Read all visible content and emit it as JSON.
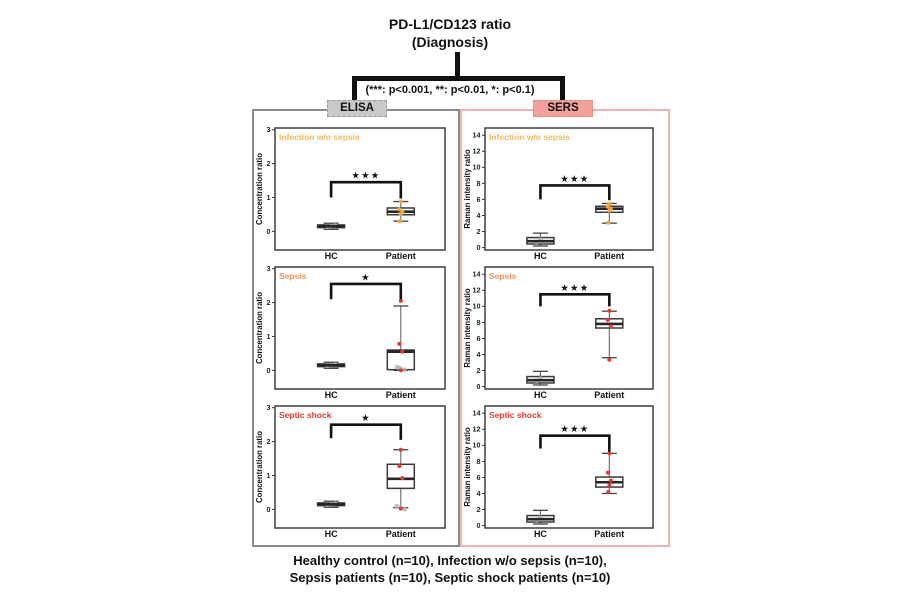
{
  "title": {
    "line1": "PD-L1/CD123 ratio",
    "line2": "(Diagnosis)"
  },
  "significance_legend": "(***: p<0.001, **: p<0.01, *: p<0.1)",
  "panels": {
    "elisa": {
      "label": "ELISA",
      "tab_color": "#c9c9c9",
      "border_color": "#8c8c8c"
    },
    "sers": {
      "label": "SERS",
      "tab_color": "#f2a29b",
      "border_color": "#f0b2ac"
    }
  },
  "caption": {
    "line1": "Healthy control (n=10), Infection w/o sepsis (n=10),",
    "line2": "Sepsis patients (n=10), Septic shock patients (n=10)"
  },
  "colors": {
    "infection_label": "#f3b85c",
    "sepsis_label": "#f0945c",
    "septic_shock_label": "#e83a2c",
    "orange_points": "#f5a63c",
    "red_points": "#e8392b",
    "gray_points": "#a8a8a8",
    "box_stroke": "#3a3a3a",
    "sig_bracket": "#111111"
  },
  "chart_data": [
    {
      "id": "elisa-infection",
      "type": "boxplot",
      "panel": "ELISA",
      "condition": "Infection w/o sepsis",
      "condition_color": "#f3b85c",
      "ylabel": "Concentration ratio",
      "ylim": [
        -0.55,
        3.05
      ],
      "yticks": [
        0,
        1,
        2,
        3
      ],
      "plot_left": 20,
      "significance": {
        "stars": "***",
        "bar_y": 1.45,
        "left_drop_y": 1.0,
        "right_drop_y": 0.97
      },
      "groups": [
        {
          "name": "HC",
          "median": 0.15,
          "q1": 0.11,
          "q3": 0.19,
          "whisker_low": 0.06,
          "whisker_high": 0.24,
          "points": [],
          "point_color": "#f5a63c",
          "shadow_points": [
            0.13,
            0.15,
            0.17
          ]
        },
        {
          "name": "Patient",
          "median": 0.58,
          "q1": 0.49,
          "q3": 0.69,
          "whisker_low": 0.3,
          "whisker_high": 0.88,
          "points": [
            0.88,
            0.65,
            0.58,
            0.52,
            0.3
          ],
          "point_color": "#f5a63c",
          "shadow_points": []
        }
      ]
    },
    {
      "id": "elisa-sepsis",
      "type": "boxplot",
      "panel": "ELISA",
      "condition": "Sepsis",
      "condition_color": "#f0945c",
      "ylabel": "Concentration ratio",
      "ylim": [
        -0.55,
        3.05
      ],
      "yticks": [
        0,
        1,
        2,
        3
      ],
      "plot_left": 20,
      "significance": {
        "stars": "*",
        "bar_y": 2.55,
        "left_drop_y": 2.1,
        "right_drop_y": 2.1
      },
      "groups": [
        {
          "name": "HC",
          "median": 0.15,
          "q1": 0.11,
          "q3": 0.19,
          "whisker_low": 0.06,
          "whisker_high": 0.24,
          "points": [],
          "point_color": "#e8392b",
          "shadow_points": [
            0.13,
            0.15,
            0.17
          ]
        },
        {
          "name": "Patient",
          "median": 0.55,
          "q1": 0.02,
          "q3": 0.6,
          "whisker_low": 0.0,
          "whisker_high": 1.9,
          "points": [
            2.05,
            0.78,
            0.55,
            0.0
          ],
          "point_color": "#e8392b",
          "shadow_points": [
            0.1,
            0.05,
            0.02,
            0.08
          ]
        }
      ]
    },
    {
      "id": "elisa-septic-shock",
      "type": "boxplot",
      "panel": "ELISA",
      "condition": "Septic shock",
      "condition_color": "#e83a2c",
      "ylabel": "Concentration ratio",
      "ylim": [
        -0.55,
        3.05
      ],
      "yticks": [
        0,
        1,
        2,
        3
      ],
      "plot_left": 20,
      "significance": {
        "stars": "*",
        "bar_y": 2.5,
        "left_drop_y": 2.1,
        "right_drop_y": 2.05
      },
      "groups": [
        {
          "name": "HC",
          "median": 0.15,
          "q1": 0.11,
          "q3": 0.19,
          "whisker_low": 0.06,
          "whisker_high": 0.24,
          "points": [],
          "point_color": "#e8392b",
          "shadow_points": [
            0.13,
            0.15,
            0.17
          ]
        },
        {
          "name": "Patient",
          "median": 0.9,
          "q1": 0.62,
          "q3": 1.33,
          "whisker_low": 0.05,
          "whisker_high": 1.76,
          "points": [
            1.76,
            1.28,
            0.92,
            0.02
          ],
          "point_color": "#e8392b",
          "shadow_points": [
            0.1,
            0.05,
            0.0
          ]
        }
      ]
    },
    {
      "id": "sers-infection",
      "type": "boxplot",
      "panel": "SERS",
      "condition": "Infection w/o sepsis",
      "condition_color": "#f3b85c",
      "ylabel": "Raman intensity ratio",
      "ylim": [
        -0.3,
        14.9
      ],
      "yticks": [
        0,
        2,
        4,
        6,
        8,
        10,
        12,
        14
      ],
      "plot_left": 22,
      "significance": {
        "stars": "***",
        "bar_y": 7.75,
        "left_drop_y": 6.0,
        "right_drop_y": 5.9
      },
      "groups": [
        {
          "name": "HC",
          "median": 0.8,
          "q1": 0.45,
          "q3": 1.25,
          "whisker_low": 0.2,
          "whisker_high": 1.8,
          "points": [],
          "point_color": "#f5a63c",
          "shadow_points": [
            0.7,
            1.0
          ]
        },
        {
          "name": "Patient",
          "median": 4.85,
          "q1": 4.4,
          "q3": 5.15,
          "whisker_low": 3.05,
          "whisker_high": 5.5,
          "points": [
            5.45,
            5.1,
            4.85,
            4.6,
            3.1
          ],
          "point_color": "#f5a63c",
          "shadow_points": []
        }
      ]
    },
    {
      "id": "sers-sepsis",
      "type": "boxplot",
      "panel": "SERS",
      "condition": "Sepsis",
      "condition_color": "#f0945c",
      "ylabel": "Raman intensity ratio",
      "ylim": [
        -0.3,
        14.9
      ],
      "yticks": [
        0,
        2,
        4,
        6,
        8,
        10,
        12,
        14
      ],
      "plot_left": 22,
      "significance": {
        "stars": "***",
        "bar_y": 11.5,
        "left_drop_y": 10.0,
        "right_drop_y": 10.0
      },
      "groups": [
        {
          "name": "HC",
          "median": 0.8,
          "q1": 0.45,
          "q3": 1.25,
          "whisker_low": 0.2,
          "whisker_high": 1.9,
          "points": [],
          "point_color": "#e8392b",
          "shadow_points": [
            0.7,
            1.0
          ]
        },
        {
          "name": "Patient",
          "median": 7.8,
          "q1": 7.3,
          "q3": 8.45,
          "whisker_low": 3.6,
          "whisker_high": 9.4,
          "points": [
            9.45,
            8.3,
            7.5,
            3.35
          ],
          "point_color": "#e8392b",
          "shadow_points": []
        }
      ]
    },
    {
      "id": "sers-septic-shock",
      "type": "boxplot",
      "panel": "SERS",
      "condition": "Septic shock",
      "condition_color": "#e83a2c",
      "ylabel": "Raman intensity ratio",
      "ylim": [
        -0.3,
        14.9
      ],
      "yticks": [
        0,
        2,
        4,
        6,
        8,
        10,
        12,
        14
      ],
      "plot_left": 22,
      "significance": {
        "stars": "***",
        "bar_y": 11.2,
        "left_drop_y": 9.6,
        "right_drop_y": 9.2
      },
      "groups": [
        {
          "name": "HC",
          "median": 0.8,
          "q1": 0.45,
          "q3": 1.25,
          "whisker_low": 0.2,
          "whisker_high": 1.9,
          "points": [],
          "point_color": "#e8392b",
          "shadow_points": [
            0.7,
            1.0
          ]
        },
        {
          "name": "Patient",
          "median": 5.4,
          "q1": 4.8,
          "q3": 6.05,
          "whisker_low": 4.0,
          "whisker_high": 9.0,
          "points": [
            9.0,
            6.6,
            5.6,
            5.0,
            4.2
          ],
          "point_color": "#e8392b",
          "shadow_points": []
        }
      ]
    }
  ]
}
